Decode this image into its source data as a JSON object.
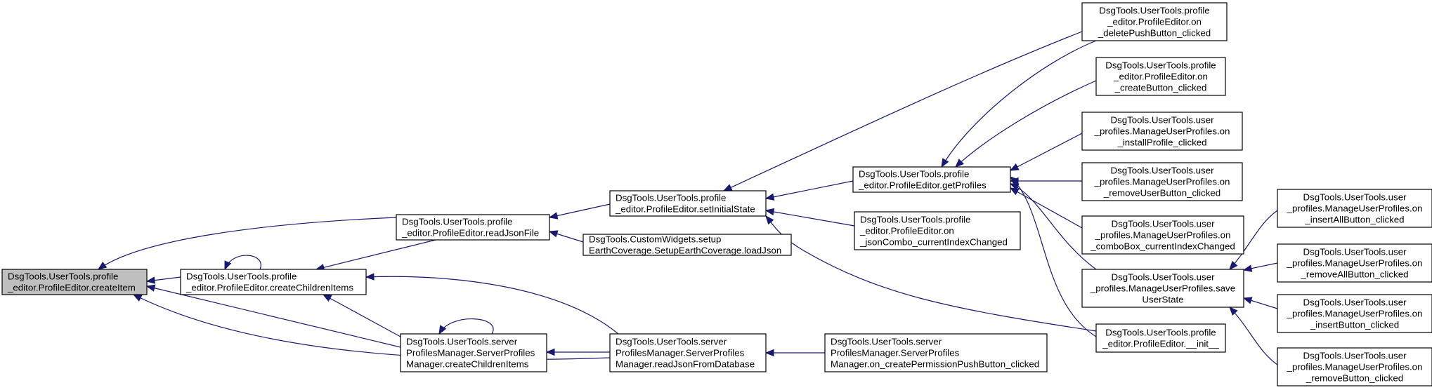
{
  "colors": {
    "edge": "#191970",
    "root_fill": "#bfbfbf",
    "node_fill": "#ffffff",
    "border": "#000000"
  },
  "nodes": [
    {
      "id": "n0",
      "lines": [
        "DsgTools.UserTools.profile",
        "_editor.ProfileEditor.createItem"
      ],
      "align": "start",
      "root": true
    },
    {
      "id": "n1",
      "lines": [
        "DsgTools.UserTools.profile",
        "_editor.ProfileEditor.readJsonFile"
      ],
      "align": "start"
    },
    {
      "id": "n2",
      "lines": [
        "DsgTools.UserTools.profile",
        "_editor.ProfileEditor.createChildrenItems"
      ],
      "align": "start"
    },
    {
      "id": "n3",
      "lines": [
        "DsgTools.UserTools.server",
        "ProfilesManager.ServerProfiles",
        "Manager.createChildrenItems"
      ],
      "align": "start"
    },
    {
      "id": "n4",
      "lines": [
        "DsgTools.UserTools.server",
        "ProfilesManager.ServerProfiles",
        "Manager.readJsonFromDatabase"
      ],
      "align": "start"
    },
    {
      "id": "n5",
      "lines": [
        "DsgTools.UserTools.profile",
        "_editor.ProfileEditor.setInitialState"
      ],
      "align": "start"
    },
    {
      "id": "n6",
      "lines": [
        "DsgTools.CustomWidgets.setup",
        "EarthCoverage.SetupEarthCoverage.loadJson"
      ],
      "align": "start"
    },
    {
      "id": "n7",
      "lines": [
        "DsgTools.UserTools.profile",
        "_editor.ProfileEditor.getProfiles"
      ],
      "align": "start"
    },
    {
      "id": "n8",
      "lines": [
        "DsgTools.UserTools.profile",
        "_editor.ProfileEditor.on",
        "_jsonCombo_currentIndexChanged"
      ],
      "align": "start"
    },
    {
      "id": "n9",
      "lines": [
        "DsgTools.UserTools.server",
        "ProfilesManager.ServerProfiles",
        "Manager.on_createPermissionPushButton_clicked"
      ],
      "align": "start"
    },
    {
      "id": "n10",
      "lines": [
        "DsgTools.UserTools.profile",
        "_editor.ProfileEditor.on",
        "_deletePushButton_clicked"
      ],
      "align": "middle"
    },
    {
      "id": "n11",
      "lines": [
        "DsgTools.UserTools.profile",
        "_editor.ProfileEditor.on",
        "_createButton_clicked"
      ],
      "align": "middle"
    },
    {
      "id": "n12",
      "lines": [
        "DsgTools.UserTools.user",
        "_profiles.ManageUserProfiles.on",
        "_installProfile_clicked"
      ],
      "align": "middle"
    },
    {
      "id": "n13",
      "lines": [
        "DsgTools.UserTools.user",
        "_profiles.ManageUserProfiles.on",
        "_removeUserButton_clicked"
      ],
      "align": "middle"
    },
    {
      "id": "n14",
      "lines": [
        "DsgTools.UserTools.user",
        "_profiles.ManageUserProfiles.on",
        "_comboBox_currentIndexChanged"
      ],
      "align": "middle"
    },
    {
      "id": "n15",
      "lines": [
        "DsgTools.UserTools.user",
        "_profiles.ManageUserProfiles.save",
        "UserState"
      ],
      "align": "middle"
    },
    {
      "id": "n16",
      "lines": [
        "DsgTools.UserTools.profile",
        "_editor.ProfileEditor.__init__"
      ],
      "align": "middle"
    },
    {
      "id": "n17",
      "lines": [
        "DsgTools.UserTools.user",
        "_profiles.ManageUserProfiles.on",
        "_insertAllButton_clicked"
      ],
      "align": "middle"
    },
    {
      "id": "n18",
      "lines": [
        "DsgTools.UserTools.user",
        "_profiles.ManageUserProfiles.on",
        "_removeAllButton_clicked"
      ],
      "align": "middle"
    },
    {
      "id": "n19",
      "lines": [
        "DsgTools.UserTools.user",
        "_profiles.ManageUserProfiles.on",
        "_insertButton_clicked"
      ],
      "align": "middle"
    },
    {
      "id": "n20",
      "lines": [
        "DsgTools.UserTools.user",
        "_profiles.ManageUserProfiles.on",
        "_removeButton_clicked"
      ],
      "align": "middle"
    }
  ],
  "edges": [
    {
      "from": "n1",
      "to": "n0"
    },
    {
      "from": "n2",
      "to": "n0"
    },
    {
      "from": "n3",
      "to": "n0"
    },
    {
      "from": "n4",
      "to": "n0"
    },
    {
      "from": "n5",
      "to": "n1"
    },
    {
      "from": "n6",
      "to": "n1"
    },
    {
      "from": "n1",
      "to": "n2"
    },
    {
      "from": "n2",
      "to": "n2"
    },
    {
      "from": "n3",
      "to": "n2"
    },
    {
      "from": "n4",
      "to": "n2"
    },
    {
      "from": "n3",
      "to": "n3"
    },
    {
      "from": "n4",
      "to": "n3"
    },
    {
      "from": "n9",
      "to": "n4"
    },
    {
      "from": "n7",
      "to": "n5"
    },
    {
      "from": "n8",
      "to": "n5"
    },
    {
      "from": "n10",
      "to": "n5"
    },
    {
      "from": "n16",
      "to": "n5"
    },
    {
      "from": "n10",
      "to": "n7"
    },
    {
      "from": "n11",
      "to": "n7"
    },
    {
      "from": "n12",
      "to": "n7"
    },
    {
      "from": "n13",
      "to": "n7"
    },
    {
      "from": "n14",
      "to": "n7"
    },
    {
      "from": "n15",
      "to": "n7"
    },
    {
      "from": "n16",
      "to": "n7"
    },
    {
      "from": "n17",
      "to": "n15"
    },
    {
      "from": "n18",
      "to": "n15"
    },
    {
      "from": "n19",
      "to": "n15"
    },
    {
      "from": "n20",
      "to": "n15"
    }
  ]
}
